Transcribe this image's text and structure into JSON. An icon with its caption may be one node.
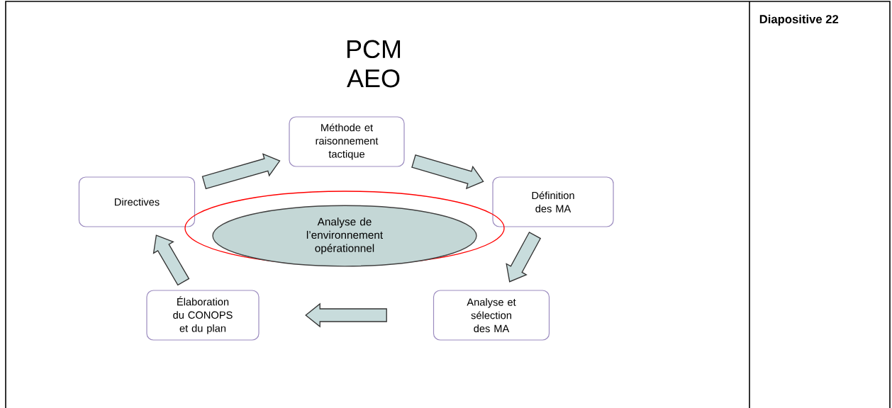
{
  "diagram": {
    "title": "PCM AEO",
    "nodes": [
      {
        "text": [
          "Méthode et raisonnement tactique"
        ]
      },
      {
        "text": [
          "Directives"
        ]
      },
      {
        "text": [
          "Définition des MA"
        ]
      },
      {
        "text": [],
        "shape": "ellipse"
      },
      {
        "text": [
          "Analyse de l’environnement opérationnel"
        ],
        "in": 3
      },
      {
        "text": [
          "Élaboration du CONOPS et du plan"
        ]
      },
      {
        "text": [
          "Analyse et sélection des MA"
        ]
      }
    ],
    "edges": [
      {
        "from": 1,
        "to": 0,
        "arrow": "to"
      },
      {
        "from": 0,
        "to": 2,
        "arrow": "to"
      },
      {
        "from": 2,
        "to": 6,
        "arrow": "to"
      },
      {
        "from": 6,
        "to": 5,
        "arrow": "to"
      },
      {
        "from": 5,
        "to": 1,
        "arrow": "to"
      }
    ],
    "labels": [
      "Diapositive 22"
    ]
  }
}
